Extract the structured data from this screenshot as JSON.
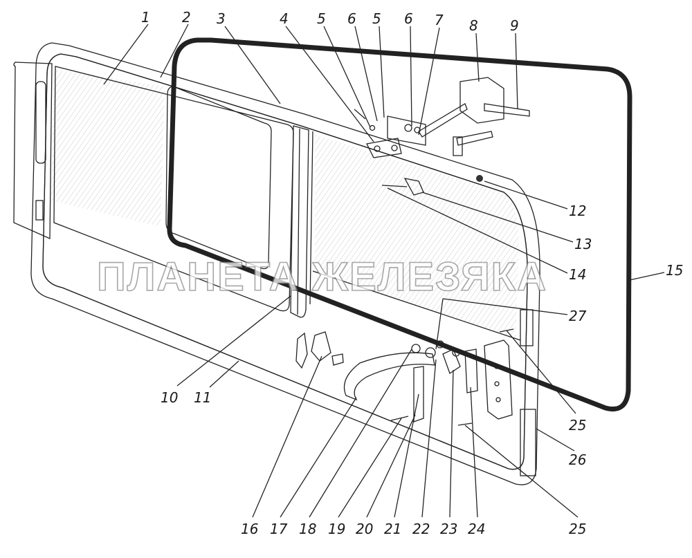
{
  "watermark": "ПЛАНЕТА ЖЕЛЕЗЯКА",
  "colors": {
    "line": "#222222",
    "paper": "#ffffff",
    "watermark": "#8a8a8a"
  },
  "labels": {
    "p1": "1",
    "p2": "2",
    "p3": "3",
    "p4": "4",
    "p5a": "5",
    "p6a": "6",
    "p5b": "5",
    "p6b": "6",
    "p7": "7",
    "p8": "8",
    "p9": "9",
    "p10": "10",
    "p11": "11",
    "p12": "12",
    "p13": "13",
    "p14": "14",
    "p15": "15",
    "p16": "16",
    "p17": "17",
    "p18": "18",
    "p19": "19",
    "p20": "20",
    "p21": "21",
    "p22": "22",
    "p23": "23",
    "p24": "24",
    "p25a": "25",
    "p25b": "25",
    "p26": "26",
    "p27": "27"
  }
}
